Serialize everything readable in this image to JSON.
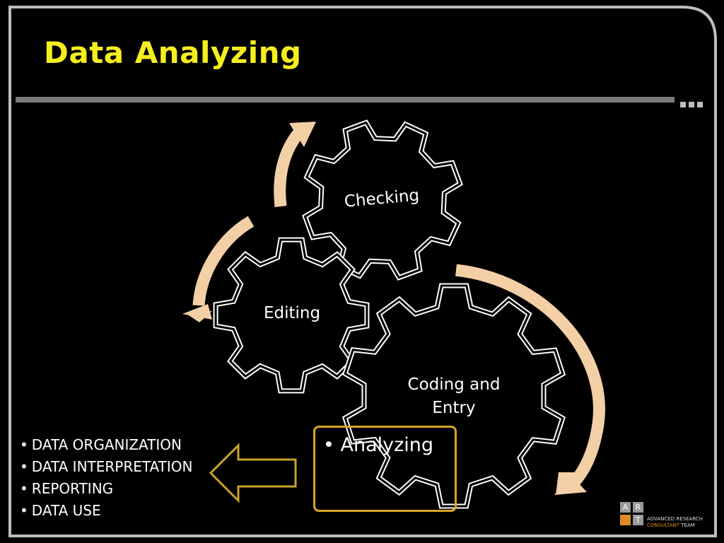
{
  "slide": {
    "title": "Data Analyzing"
  },
  "cycle": {
    "gears": {
      "checking": "Checking",
      "editing": "Editing",
      "coding": "Coding and Entry"
    },
    "analyze_box": {
      "text": "• Analyzing"
    }
  },
  "outputs": {
    "items": [
      "DATA ORGANIZATION",
      "DATA INTERPRETATION",
      "REPORTING",
      "DATA USE"
    ]
  },
  "logo": {
    "letters": [
      "A",
      "R",
      "T"
    ],
    "line1": "ADVANCED RESEARCH",
    "line2_orange": "CONSULTANT",
    "line2_rest": " TEAM"
  },
  "colors": {
    "title": "#f5ee1e",
    "arrow_fill": "#f3cfa6",
    "box_border": "#d6a628",
    "frame": "#bdbdbd",
    "logo_accent": "#e08a2a"
  }
}
